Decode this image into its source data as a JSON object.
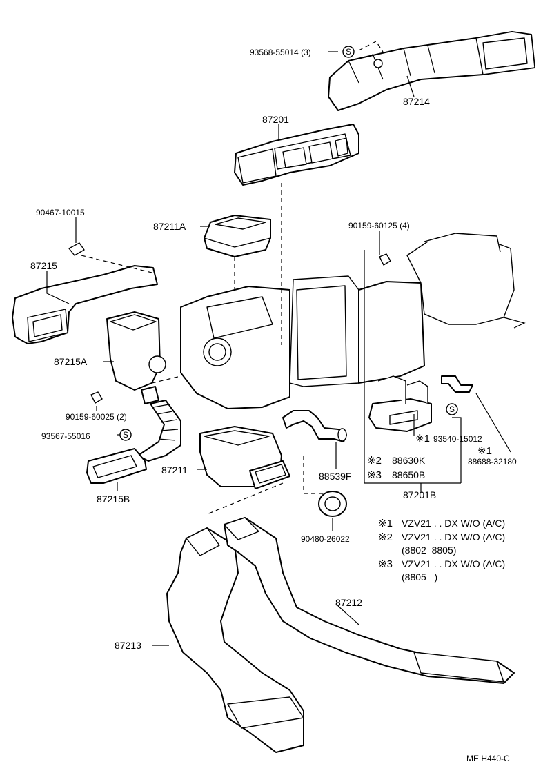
{
  "parts": {
    "p93568": "93568-55014 (3)",
    "p87214": "87214",
    "p87201": "87201",
    "p90467": "90467-10015",
    "p87211A": "87211A",
    "p90159a": "90159-60125 (4)",
    "p87215": "87215",
    "p87215A": "87215A",
    "p90159b": "90159-60025 (2)",
    "p93567": "93567-55016",
    "p87215B": "87215B",
    "p87211": "87211",
    "p88539F": "88539F",
    "p88630K": "88630K",
    "p88650B": "88650B",
    "p93540": "93540-15012",
    "p88688": "88688-32180",
    "p87201B": "87201B",
    "p90480": "90480-26022",
    "p87212": "87212",
    "p87213": "87213"
  },
  "marks": {
    "s": "S",
    "ref1": "※1",
    "ref2": "※2",
    "ref3": "※3",
    "ref1_small": "※1"
  },
  "notes": [
    {
      "mark": "※1",
      "text": "VZV21 . . DX W/O (A/C)"
    },
    {
      "mark": "※2",
      "text": "VZV21 . . DX W/O (A/C)"
    },
    {
      "mark": "",
      "text": "(8802–8805)"
    },
    {
      "mark": "※3",
      "text": "VZV21 . . DX W/O (A/C)"
    },
    {
      "mark": "",
      "text": "(8805–          )"
    }
  ],
  "footer": {
    "code": "ME  H440-C"
  }
}
